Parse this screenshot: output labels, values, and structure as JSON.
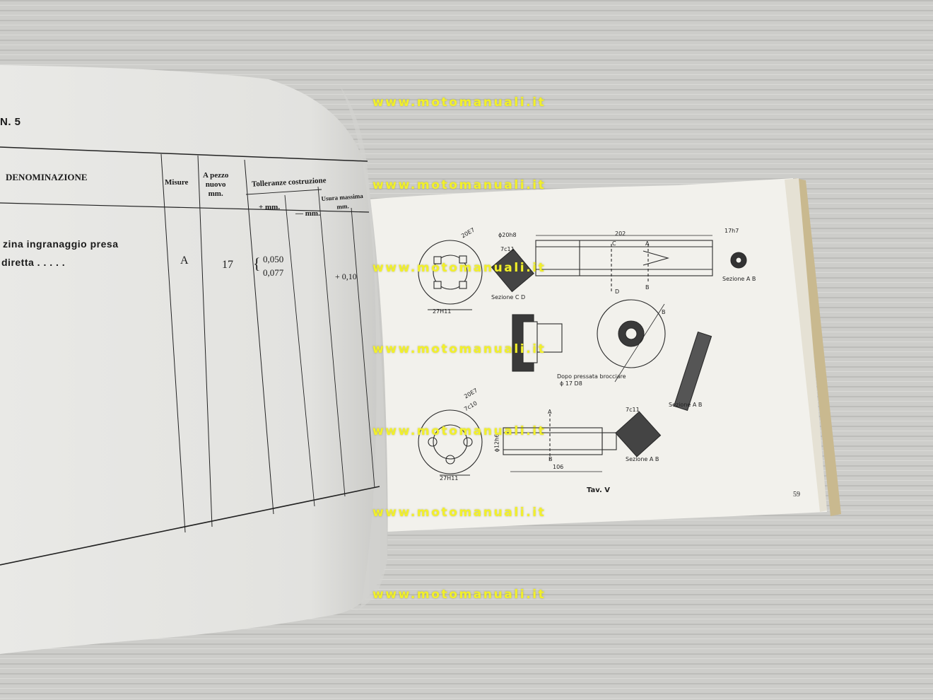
{
  "page_header": "N. 5",
  "table": {
    "col_denominazione": "DENOMINAZIONE",
    "col_misure": "Misure",
    "col_pezzo": [
      "A pezzo",
      "nuovo",
      "mm."
    ],
    "col_tolleranze": "Tolleranze costruzione",
    "col_plus": "+ mm.",
    "col_minus": "— mm.",
    "col_usura": [
      "Usura massima",
      "mm."
    ],
    "row_text_1": "zina ingranaggio presa",
    "row_text_2": "diretta  .  .  .  .  .",
    "row_misura": "A",
    "row_pezzo": "17",
    "row_tol_1": "0,050",
    "row_tol_2": "0,077",
    "row_usura": "+ 0,10"
  },
  "drawing": {
    "dim_202": "202",
    "dim_106": "106",
    "label_17h7": "17h7",
    "label_20h8": "ϕ20h8",
    "label_20e7_top": "20E7",
    "label_7c11_top": "7c11",
    "label_27h11_top": "27H11",
    "label_sez_cd": "Sezione C D",
    "label_sez_ab_top": "Sezione A B",
    "label_c": "C",
    "label_d": "D",
    "label_a_top": "A",
    "label_b_top": "B",
    "label_dopo": "Dopo pressata brocciare",
    "label_17d8": "ϕ 17 D8",
    "label_b_gear": "B",
    "label_sez_ab_mid": "Sezione A B",
    "label_20e7_bot": "20E7",
    "label_7c10": "7c10",
    "label_12h6": "ϕ12h6",
    "label_27h11_bot": "27H11",
    "label_a_bot": "A",
    "label_b_bot": "B",
    "label_7c11_bot": "7c11",
    "label_sez_ab_bot": "Sezione A B",
    "tav": "Tav. V",
    "page_number": "59"
  },
  "watermark": "www.motomanuali.it"
}
